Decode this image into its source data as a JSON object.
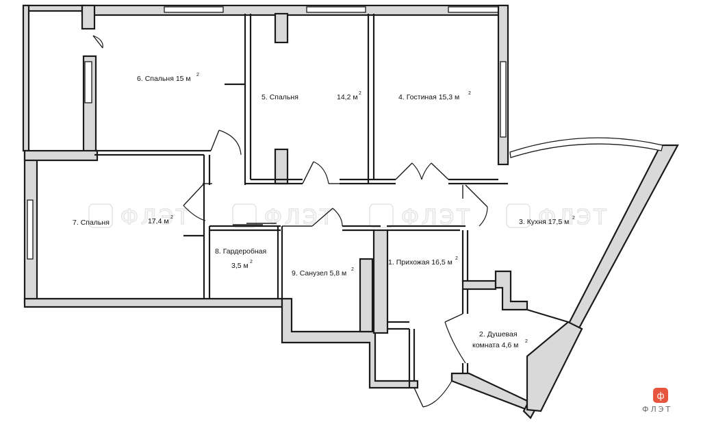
{
  "rooms": [
    {
      "num": "1.",
      "name": "Прихожая",
      "area": "16,5 м",
      "sup": "2"
    },
    {
      "num": "2.",
      "name": "Душевая",
      "area": "комната 4,6 м",
      "sup": "2"
    },
    {
      "num": "3.",
      "name": "Кухня",
      "area": "17,5 м",
      "sup": "2"
    },
    {
      "num": "4.",
      "name": "Гостиная",
      "area": "15,3 м",
      "sup": "2"
    },
    {
      "num": "5.",
      "name": "Спальня",
      "area": "14,2 м",
      "sup": "2"
    },
    {
      "num": "6.",
      "name": "Спальня",
      "area": "15 м",
      "sup": "2"
    },
    {
      "num": "7.",
      "name": "Спальня",
      "area": "17,4 м",
      "sup": "2"
    },
    {
      "num": "8.",
      "name": "Гардеробная",
      "area": "3,5 м",
      "sup": "2"
    },
    {
      "num": "9.",
      "name": "Санузел",
      "area": "5,8 м",
      "sup": "2"
    }
  ],
  "brand": {
    "logo_letter": "ф",
    "name": "ФЛЭТ",
    "watermark": "ФЛЭТ",
    "accent_color": "#e8553e"
  }
}
